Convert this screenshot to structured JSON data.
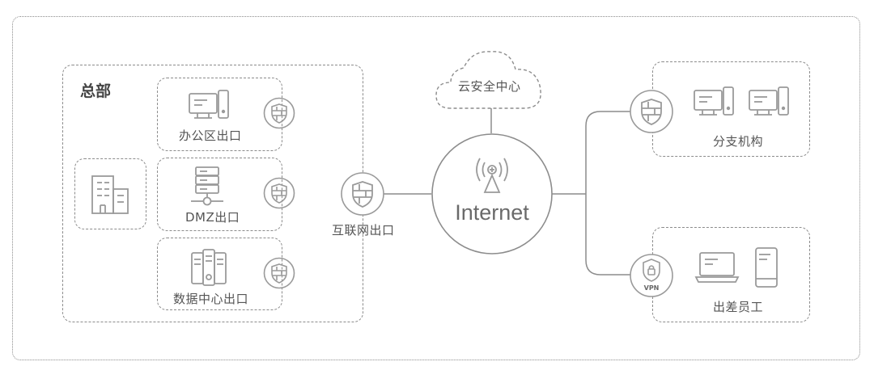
{
  "hq": {
    "title": "总部",
    "office_exit": "办公区出口",
    "dmz_exit": "DMZ出口",
    "datacenter_exit": "数据中心出口"
  },
  "internet_exit": "互联网出口",
  "internet": "Internet",
  "cloud_security_center": "云安全中心",
  "branch": "分支机构",
  "remote_staff": "出差员工",
  "vpn_badge": "VPN",
  "colors": {
    "line": "#8c8c8c",
    "icon": "#9a9a9a",
    "text": "#555555"
  }
}
